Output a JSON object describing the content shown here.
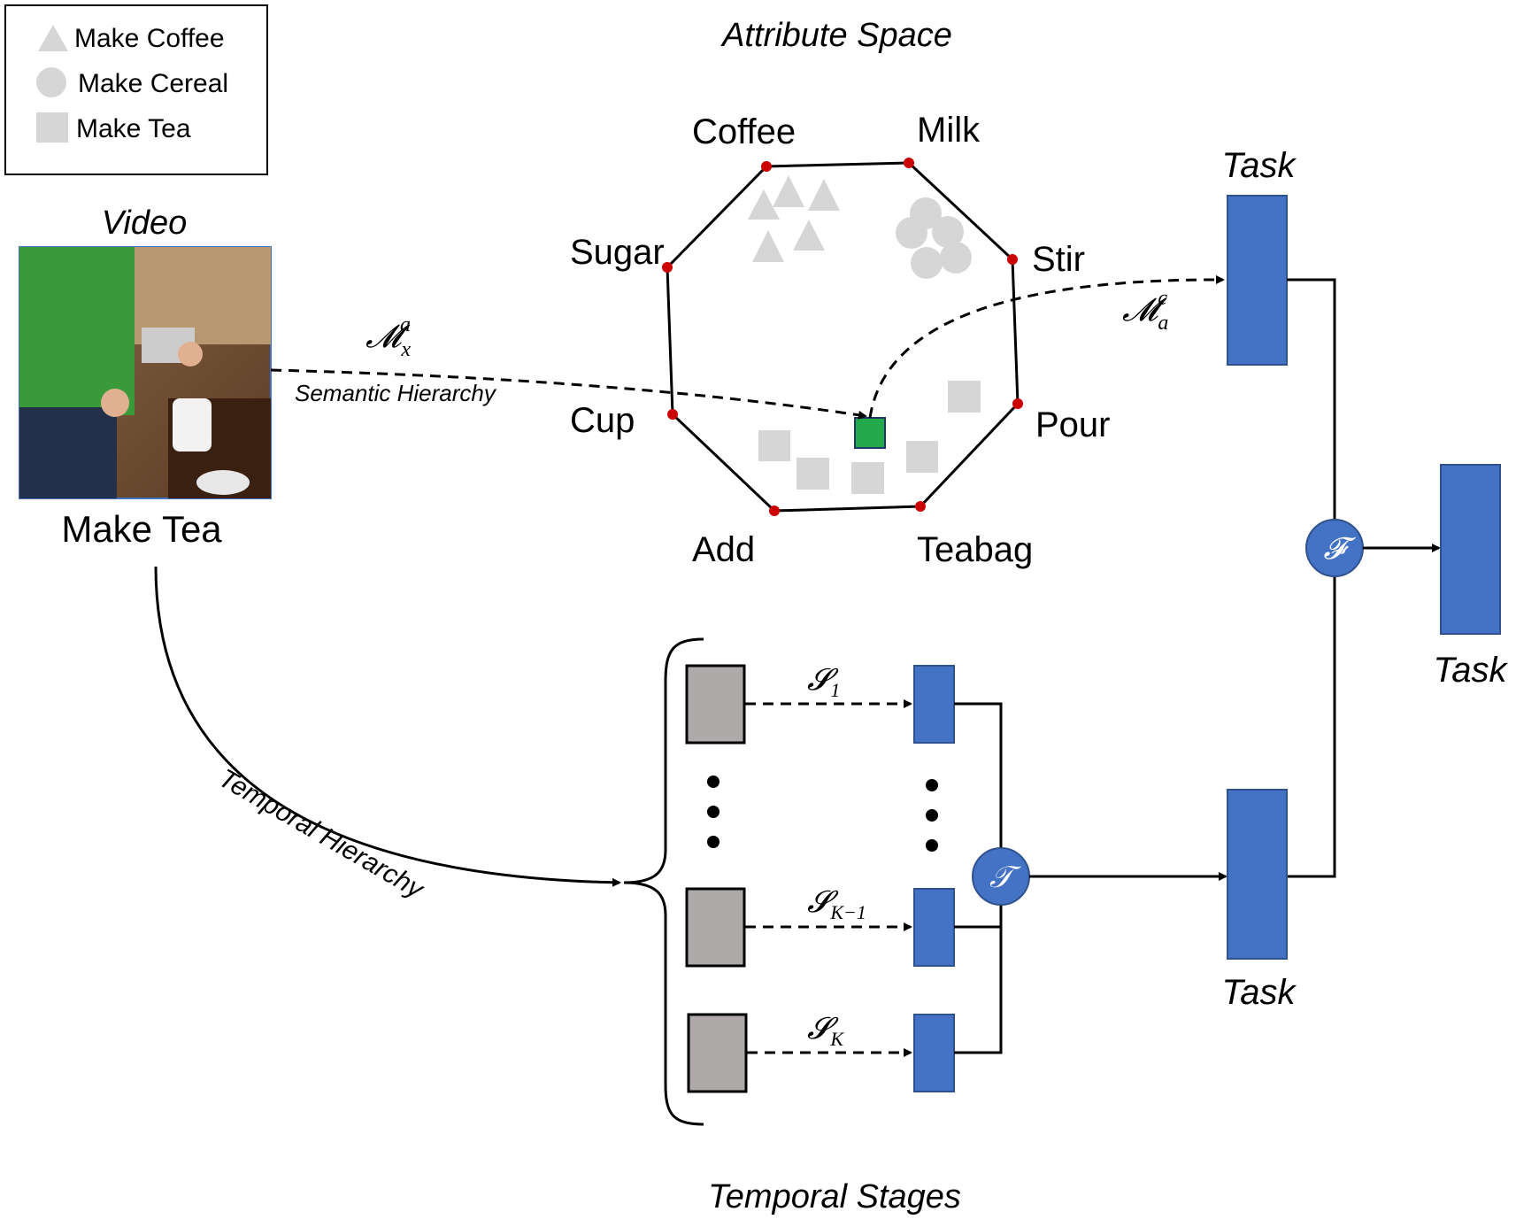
{
  "title": "Attribute Space",
  "legend": {
    "items": [
      {
        "label": "Make Coffee",
        "icon": "triangle-icon"
      },
      {
        "label": "Make Cereal",
        "icon": "circle-icon"
      },
      {
        "label": "Make Tea",
        "icon": "square-icon"
      }
    ]
  },
  "video": {
    "heading": "Video",
    "caption": "Make Tea"
  },
  "attributes": [
    "Coffee",
    "Milk",
    "Stir",
    "Pour",
    "Teabag",
    "Add",
    "Cup",
    "Sugar"
  ],
  "semantic": {
    "mapping_base": "𝓜",
    "mapping_sub": "x",
    "mapping_sup": "a",
    "label": "Semantic Hierarchy"
  },
  "attr_to_task": {
    "mapping_base": "𝓜",
    "mapping_sub": "a",
    "mapping_sup": "c"
  },
  "temporal": {
    "label": "Temporal Hierarchy",
    "stages_title": "Temporal Stages",
    "stage_base": "𝓢",
    "stages": [
      {
        "sub": "1"
      },
      {
        "sub": "K−1"
      },
      {
        "sub": "K"
      }
    ],
    "operator": "𝒯"
  },
  "fusion": {
    "operator": "𝓕"
  },
  "task_labels": {
    "semantic": "Task",
    "temporal": "Task",
    "final": "Task"
  },
  "colors": {
    "blue_block": "#4472c4",
    "gray_block": "#aeaaaa",
    "selected_point": "#22a94a",
    "attribute_dot": "#cc0000",
    "class_marker": "#d6d6d6"
  }
}
